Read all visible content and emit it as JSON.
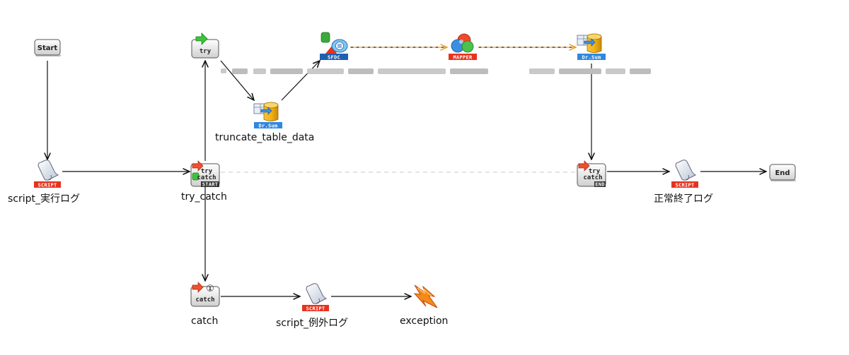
{
  "nodes": {
    "start": {
      "text": "Start"
    },
    "end": {
      "text": "End"
    },
    "try": {
      "text": "try"
    },
    "try_catch_start": {
      "label": "try_catch",
      "icon_line1": "try",
      "icon_line2": "catch",
      "badge": "START"
    },
    "try_catch_end": {
      "icon_line1": "try",
      "icon_line2": "catch",
      "badge": "END"
    },
    "catch": {
      "label": "catch",
      "icon_text": "catch",
      "badge_number": "①"
    },
    "script_exec_log": {
      "label": "script_実行ログ",
      "tag": "SCRIPT"
    },
    "script_normal_end_log": {
      "label": "正常終了ログ",
      "tag": "SCRIPT"
    },
    "script_exception_log": {
      "label": "script_例外ログ",
      "tag": "SCRIPT"
    },
    "exception": {
      "label": "exception"
    },
    "sfdc": {
      "tag": "SFDC"
    },
    "mapper": {
      "tag": "MAPPER"
    },
    "drsum_truncate": {
      "label": "truncate_table_data",
      "tag": "Dr.Sum"
    },
    "drsum_output": {
      "tag": "Dr.Sum"
    }
  },
  "colors": {
    "script_tag": "#e8321e",
    "sfdc_tag": "#1f5fb0",
    "mapper_tag": "#e8321e",
    "drsum_tag": "#2f88e0",
    "db_gold": "#f2b316",
    "data_flow_line": "#f0a020",
    "edge": "#111111",
    "dashed_line": "#c8c8c8"
  }
}
